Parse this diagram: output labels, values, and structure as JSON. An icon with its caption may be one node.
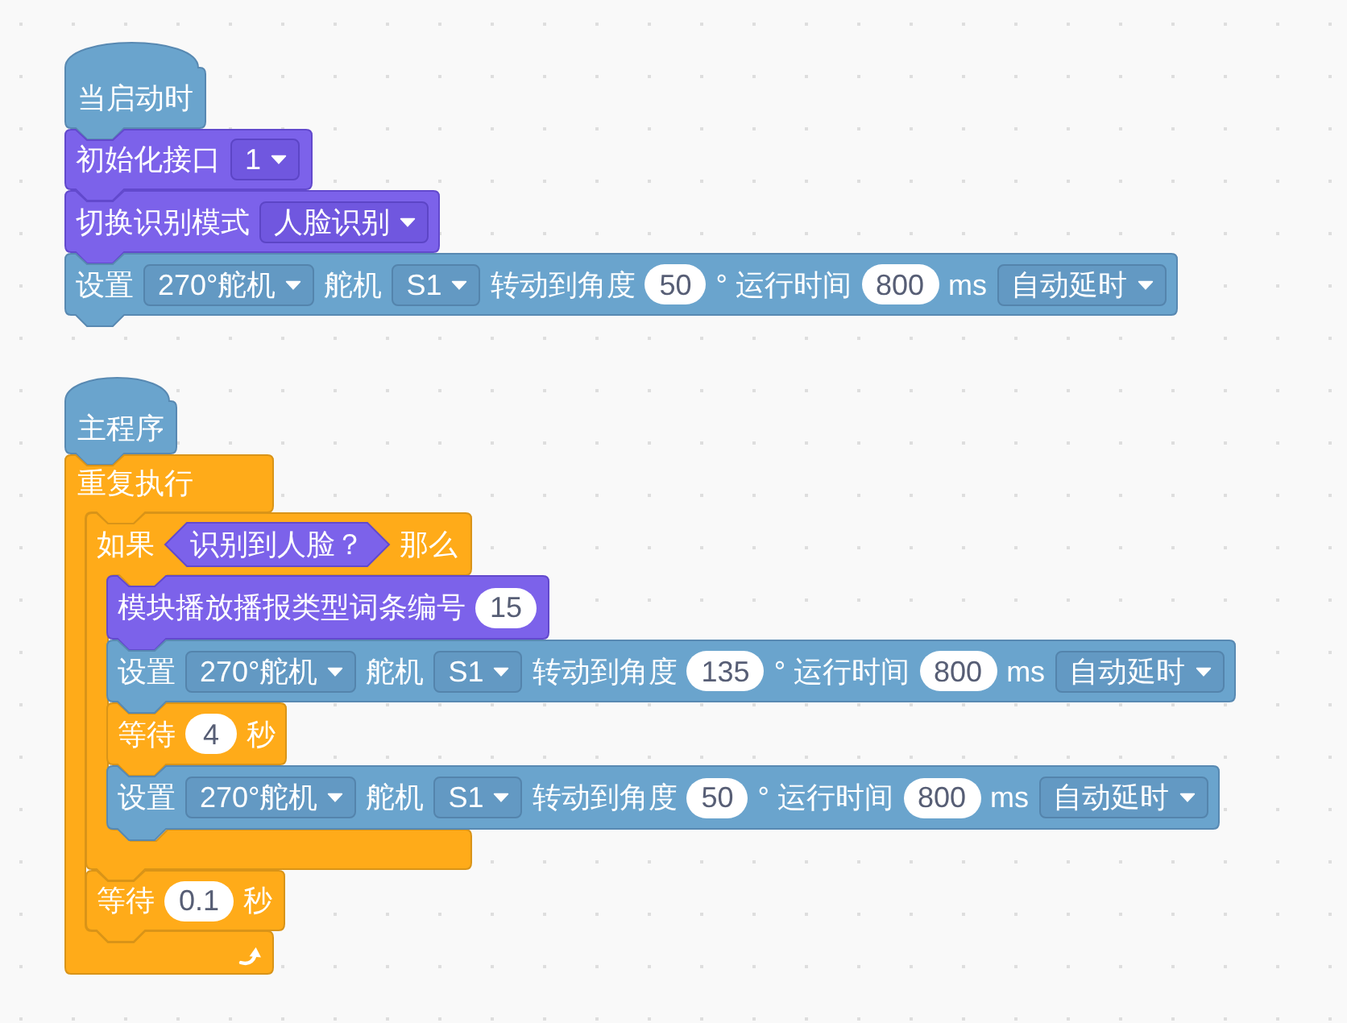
{
  "diagram": {
    "nodes": [
      {
        "text": [
          "当启动时"
        ]
      },
      {
        "text": [
          "初始化接口"
        ]
      },
      {
        "text": [
          "1"
        ],
        "in": 1
      },
      {
        "text": [
          "切换识别模式"
        ]
      },
      {
        "text": [
          "人脸识别"
        ],
        "in": 3
      },
      {
        "text": [
          "设置",
          "舵机",
          "转动到角度",
          "° 运行时间",
          "ms"
        ]
      },
      {
        "text": [
          "270°舵机"
        ],
        "in": 5
      },
      {
        "text": [
          "S1"
        ],
        "in": 5
      },
      {
        "text": [
          "50"
        ],
        "in": 5
      },
      {
        "text": [
          "800"
        ],
        "in": 5
      },
      {
        "text": [
          "自动延时"
        ],
        "in": 5
      },
      {
        "text": [
          "主程序"
        ]
      },
      {
        "text": [
          "重复执行"
        ]
      },
      {
        "text": [
          "如果",
          "那么"
        ]
      },
      {
        "text": [
          "识别到人脸？"
        ],
        "in": 13
      },
      {
        "text": [
          "模块播放播报类型词条编号"
        ]
      },
      {
        "text": [
          "15"
        ],
        "in": 15
      },
      {
        "text": [
          "设置",
          "舵机",
          "转动到角度",
          "° 运行时间",
          "ms"
        ]
      },
      {
        "text": [
          "270°舵机"
        ],
        "in": 17
      },
      {
        "text": [
          "S1"
        ],
        "in": 17
      },
      {
        "text": [
          "135"
        ],
        "in": 17
      },
      {
        "text": [
          "800"
        ],
        "in": 17
      },
      {
        "text": [
          "自动延时"
        ],
        "in": 17
      },
      {
        "text": [
          "等待",
          "秒"
        ],
        "in": 13
      },
      {
        "text": [
          "4"
        ],
        "in": 23
      },
      {
        "text": [
          "设置",
          "舵机",
          "转动到角度",
          "° 运行时间",
          "ms"
        ]
      },
      {
        "text": [
          "270°舵机"
        ],
        "in": 25
      },
      {
        "text": [
          "S1"
        ],
        "in": 25
      },
      {
        "text": [
          "50"
        ],
        "in": 25
      },
      {
        "text": [
          "800"
        ],
        "in": 25
      },
      {
        "text": [
          "自动延时"
        ],
        "in": 25
      },
      {
        "text": [
          "等待",
          "秒"
        ]
      },
      {
        "text": [
          "0.1"
        ],
        "in": 31
      }
    ]
  }
}
